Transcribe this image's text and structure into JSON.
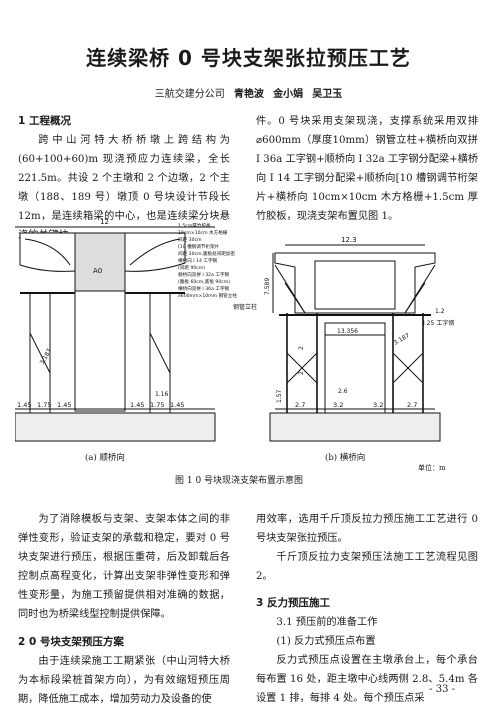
{
  "title": "连续梁桥 0 号块支架张拉预压工艺",
  "authors": {
    "org": "三航交建分公司",
    "names": [
      "青艳波",
      "金小娟",
      "吴卫玉"
    ]
  },
  "sec1": {
    "heading": "1   工程概况",
    "para1": "跨中山河特大桥桥墩上跨结构为(60+100+60)m 现浇预应力连续梁，全长 221.5m。共设 2 个主墩和 2 个边墩，2 个主墩（188、189 号）墩顶 0 号块设计节段长 12m，是连续箱梁的中心，也是连续梁分块悬浇的关键块",
    "para1_cont": "件。0 号块采用支架现浇，支撑系统采用双排 ⌀600mm（厚度10mm）钢管立柱+横桥向双拼 I 36a 工字钢+顺桥向 I 32a 工字钢分配梁+横桥向 I 14 工字钢分配梁+顺桥向[10 槽钢调节桁架片+横桥向 10cm×10cm 木方格栅+1.5cm 厚竹胶板，现浇支架布置见图 1。"
  },
  "figure": {
    "left_labels": {
      "top_width": "12",
      "a0": "A0",
      "h1": "1.16",
      "diag": "3.187",
      "bottom_dims": [
        "1.45",
        "1.75",
        "1.45",
        "1.45",
        "1.75",
        "1.45"
      ],
      "notes": [
        "1.5cm厚竹胶板",
        "10cm×10cm 木方格栅",
        "间距 30cm",
        "[10 槽钢调节桁架片",
        "间距 30cm,腹板处间距加密",
        "横桥向 I 14 工字钢",
        "(间距 90cm)",
        "顺桥向双拼 I 32a 工字钢",
        "(腹板 60cm,底板 90cm)",
        "横桥向双拼 I 36a 工字钢",
        "⌀600mm×10mm 钢管立柱",
        "钢管立柱"
      ]
    },
    "right_labels": {
      "top_width": "12.3",
      "height": "7.589",
      "mid_width": "13.356",
      "d12": "1.2",
      "i25": "I 25 工字钢",
      "diag": "3.187",
      "w26": "2.6",
      "v157": "1.57",
      "v2a": "2",
      "v2b": "2",
      "bottom_dims": [
        "2.7",
        "3.2",
        "3.2",
        "2.7"
      ]
    },
    "sub_a": "(a)  顺桥向",
    "sub_b": "(b)  横桥向",
    "unit_note": "单位：m",
    "caption": "图 1   0 号块现浇支架布置示意图"
  },
  "left_bottom": {
    "para": "为了消除模板与支架、支架本体之间的非弹性变形，验证支架的承载和稳定，要对 0 号块支架进行预压，根据压重荷，后及卸载后各控制点高程变化，计算出支架非弹性变形和弹性变形量，为施工预留提供相对准确的数据，同时也为桥梁线型控制提供保障。",
    "heading2": "2   0 号块支架预压方案",
    "para2": "由于连续梁施工工期紧张（中山河特大桥为本标段梁桩首架方向），为有效缩短预压周期，降低施工成本，增加劳动力及设备的使"
  },
  "right_bottom": {
    "para1": "用效率，选用千斤顶反拉力预压施工工艺进行 0 号块支架张拉预压。",
    "para2": "千斤顶反拉力支架预压法施工工艺流程见图 2。",
    "heading3": "3   反力预压施工",
    "sub31": "3.1    预压前的准备工作",
    "sub1": "(1)  反力式预压点布置",
    "para3": "反力式预压点设置在主墩承台上，每个承台每布置 16 处，距主墩中心线两侧 2.8、5.4m 各设置 1 排，每排 4 处。每个预压点采"
  },
  "page_number": "- 33 -"
}
